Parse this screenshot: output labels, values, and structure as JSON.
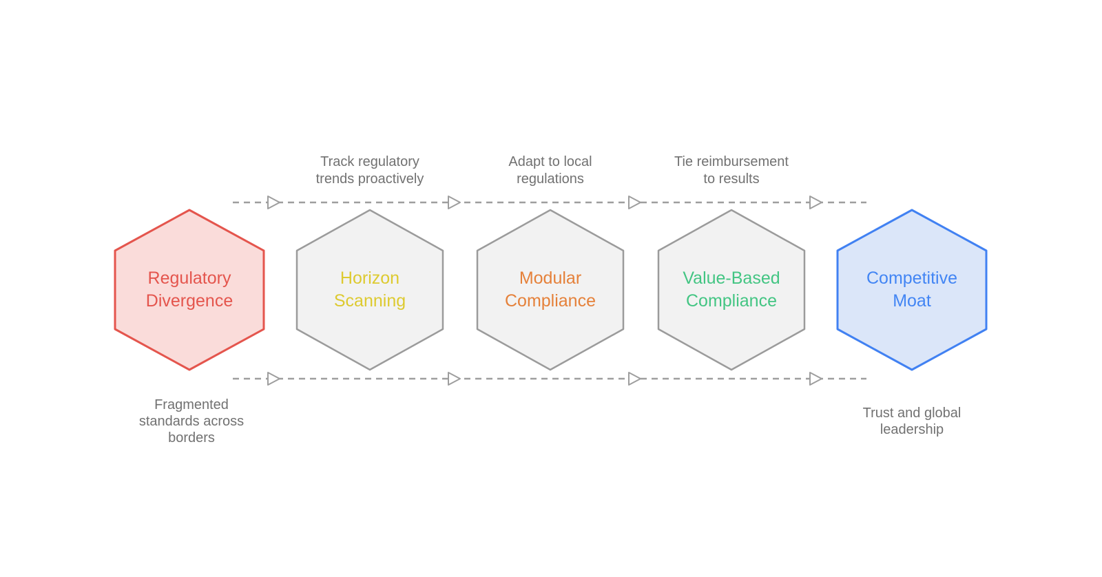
{
  "canvas": {
    "background_color": "#ffffff"
  },
  "flow": {
    "connector_color": "#9e9e9e",
    "arrowhead_fill": "#ffffff",
    "note_color": "#717171",
    "transition_color": "#717171",
    "stages": [
      {
        "label": "Regulatory Divergence",
        "text_color": "#e4554d",
        "fill_color": "#fadcda",
        "border_color": "#e4554d",
        "note": "Fragmented standards across borders"
      },
      {
        "label": "Horizon Scanning",
        "text_color": "#ddca30",
        "fill_color": "#f2f2f2",
        "border_color": "#9b9b9b"
      },
      {
        "label": "Modular Compliance",
        "text_color": "#e5813a",
        "fill_color": "#f2f2f2",
        "border_color": "#9b9b9b"
      },
      {
        "label": "Value-Based Compliance",
        "text_color": "#43c583",
        "fill_color": "#f2f2f2",
        "border_color": "#9b9b9b"
      },
      {
        "label": "Competitive Moat",
        "text_color": "#4285f4",
        "fill_color": "#dbe6f9",
        "border_color": "#4181f2",
        "note": "Trust and global leadership"
      }
    ],
    "transitions": [
      {
        "label": "Track regulatory trends proactively"
      },
      {
        "label": "Adapt to local regulations"
      },
      {
        "label": "Tie reimbursement to results"
      }
    ]
  }
}
